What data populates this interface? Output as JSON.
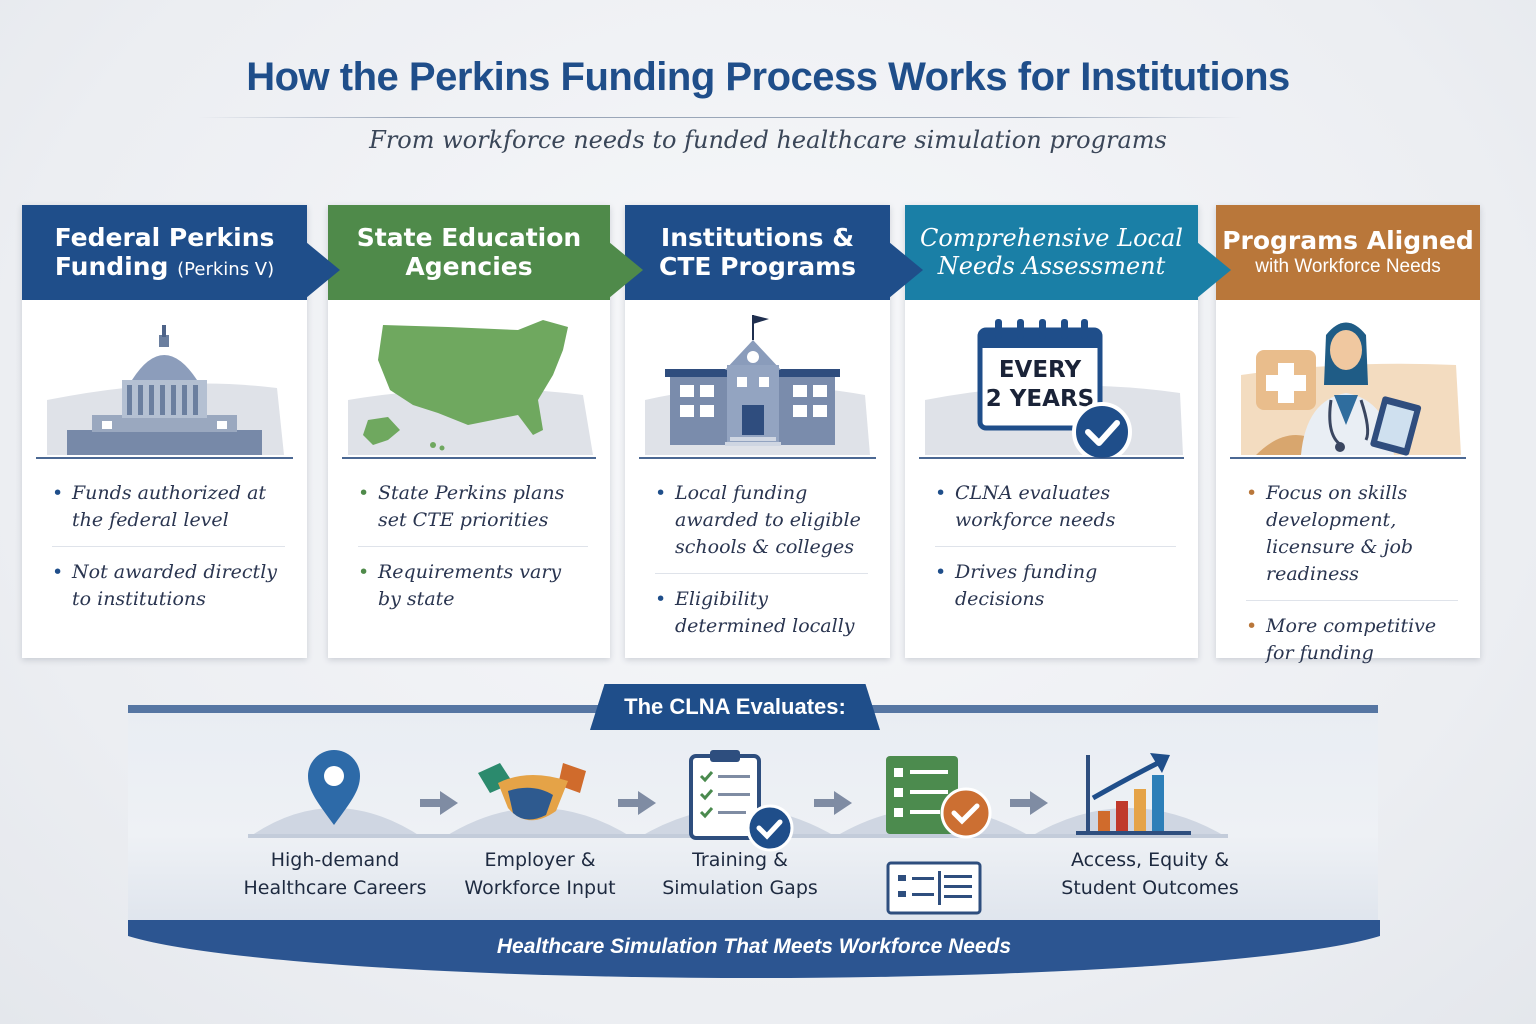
{
  "header": {
    "title": "How the Perkins Funding Process Works for Institutions",
    "subtitle": "From workforce needs to funded healthcare simulation programs"
  },
  "colors": {
    "navy": "#1f4e8a",
    "green": "#4f8a4a",
    "teal": "#1a7fa6",
    "orange": "#b9773a"
  },
  "steps": [
    {
      "head_line1": "Federal Perkins",
      "head_line2": "Funding",
      "head_small": "(Perkins V)",
      "icon": "capitol-icon",
      "bullets": [
        "Funds authorized at the federal level",
        "Not awarded directly to institutions"
      ]
    },
    {
      "head_line1": "State Education",
      "head_line2": "Agencies",
      "icon": "us-map-icon",
      "bullets": [
        "State Perkins plans set CTE priorities",
        "Requirements vary by state"
      ]
    },
    {
      "head_line1": "Institutions &",
      "head_line2": "CTE Programs",
      "icon": "school-building-icon",
      "bullets": [
        "Local funding awarded to eligible schools & colleges",
        "Eligibility determined locally"
      ]
    },
    {
      "head_line1": "Comprehensive Local",
      "head_line2": "Needs Assessment",
      "icon": "calendar-check-icon",
      "calendar_line1": "EVERY",
      "calendar_line2": "2 YEARS",
      "bullets": [
        "CLNA evaluates workforce needs",
        "Drives funding decisions"
      ]
    },
    {
      "head_line1": "Programs Aligned",
      "head_line2": "with Workforce Needs",
      "icon": "nurse-icon",
      "bullets": [
        "Focus on skills development, licensure & job readiness",
        "More competitive for funding"
      ]
    }
  ],
  "clna": {
    "tab_label": "The CLNA Evaluates:",
    "items": [
      {
        "line1": "High-demand",
        "line2": "Healthcare Careers",
        "icon": "location-pin-icon"
      },
      {
        "line1": "Employer &",
        "line2": "Workforce Input",
        "icon": "handshake-icon"
      },
      {
        "line1": "Training &",
        "line2": "Simulation  Gaps",
        "icon": "clipboard-check-icon"
      },
      {
        "line1": "",
        "line2": "",
        "icon": "checklist-icon"
      },
      {
        "line1": "Access, Equity &",
        "line2": "Student Outcomes",
        "icon": "bar-chart-icon"
      }
    ],
    "banner": "Healthcare Simulation That Meets Workforce Needs"
  }
}
